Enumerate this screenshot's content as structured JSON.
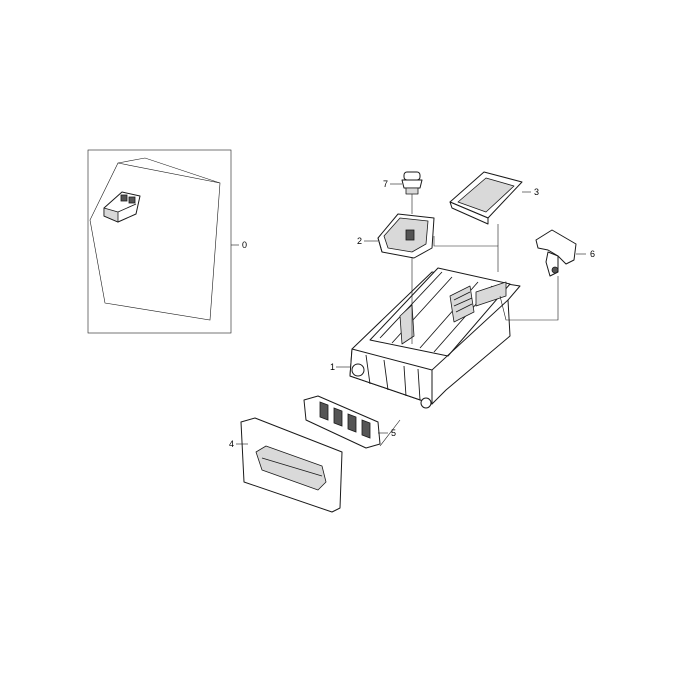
{
  "diagram": {
    "callouts": [
      {
        "id": "0",
        "label": "0"
      },
      {
        "id": "1",
        "label": "1"
      },
      {
        "id": "2",
        "label": "2"
      },
      {
        "id": "3",
        "label": "3"
      },
      {
        "id": "4",
        "label": "4"
      },
      {
        "id": "5",
        "label": "5"
      },
      {
        "id": "6",
        "label": "6"
      },
      {
        "id": "7",
        "label": "7"
      }
    ]
  }
}
